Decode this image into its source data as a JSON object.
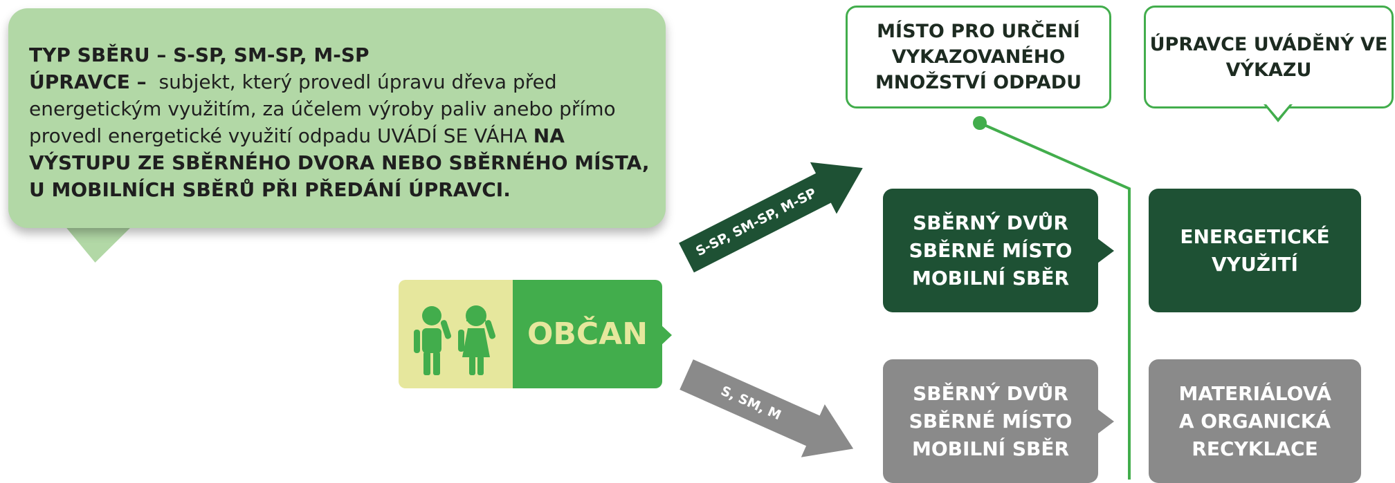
{
  "info": {
    "line1": "TYP SBĚRU – S-SP, SM-SP, M-SP",
    "upravce_label": "ÚPRAVCE  –",
    "upravce_text": "subjekt, který provedl úpravu dřeva před energetickým využitím, za účelem výroby paliv anebo přímo provedl energetické využití odpadu UVÁDÍ SE VÁHA",
    "bold_tail": "NA VÝSTUPU ZE SBĚRNÉHO DVORA NEBO SBĚRNÉHO MÍSTA, U MOBILNÍCH SBĚRŮ PŘI PŘEDÁNÍ ÚPRAVCI."
  },
  "headers": {
    "misto": "MÍSTO PRO URČENÍ VYKAZOVANÉHO MNOŽSTVÍ ODPADU",
    "upravce": "ÚPRAVCE UVÁDĚNÝ VE VÝKAZU"
  },
  "citizen": {
    "label": "OBČAN"
  },
  "arrows": {
    "dark_label": "S-SP, SM-SP, M-SP",
    "gray_label": "S, SM, M"
  },
  "boxes": {
    "collect_1": "SBĚRNÝ DVŮR SBĚRNÉ MÍSTO MOBILNÍ SBĚR",
    "energy": "ENERGETICKÉ VYUŽITÍ",
    "collect_2": "SBĚRNÝ DVŮR SBĚRNÉ MÍSTO MOBILNÍ SBĚR",
    "material": "MATERIÁLOVÁ A ORGANICKÁ RECYKLACE"
  },
  "colors": {
    "bubble": "#b2d8a6",
    "green": "#42ad4c",
    "dark_green": "#1e5134",
    "gray": "#8a8a8a",
    "yellow": "#e6e79d"
  }
}
